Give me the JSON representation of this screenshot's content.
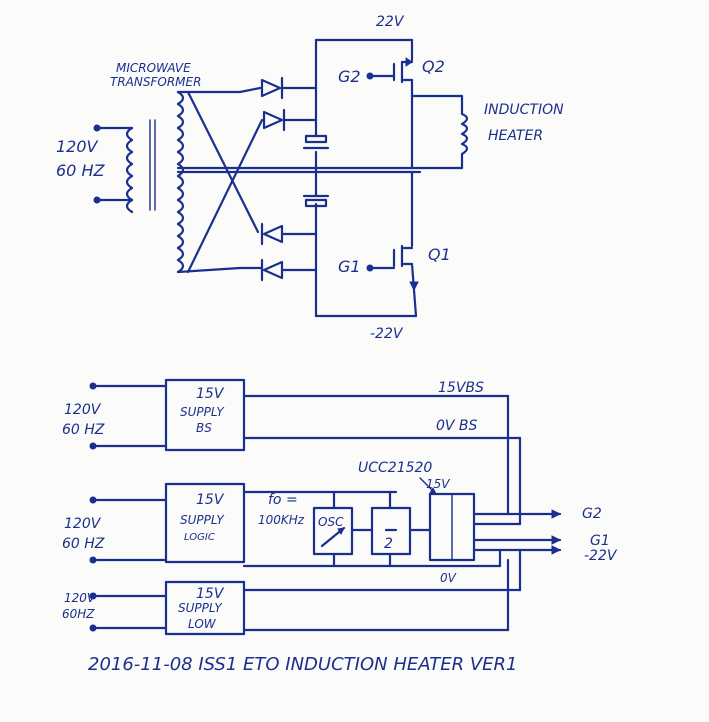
{
  "top": {
    "v_pos": "22V",
    "v_neg": "-22V",
    "transformer_label_line1": "MICROWAVE",
    "transformer_label_line2": "TRANSFORMER",
    "ac_voltage": "120V",
    "ac_freq": "60 HZ",
    "q2_gate": "G2",
    "q2_name": "Q2",
    "q1_gate": "G1",
    "q1_name": "Q1",
    "load_line1": "INDUCTION",
    "load_line2": "HEATER"
  },
  "bottom": {
    "supply_bs_line1": "15V",
    "supply_bs_line2": "SUPPLY",
    "supply_bs_line3": "BS",
    "supply_logic_line1": "15V",
    "supply_logic_line2": "SUPPLY",
    "supply_logic_line3": "LOGIC",
    "supply_low_line1": "15V",
    "supply_low_line2": "SUPPLY",
    "supply_low_line3": "LOW",
    "in1_voltage": "120V",
    "in1_freq": "60 HZ",
    "in2_voltage": "120V",
    "in2_freq": "60 HZ",
    "in3_voltage": "120V",
    "in3_freq": "60HZ",
    "rail_15vbs": "15VBS",
    "rail_0vbs": "0V BS",
    "driver_ic": "UCC21520",
    "driver_supply": "15V",
    "driver_ground": "0V",
    "freq_label": "fo =",
    "freq_value": "100KHz",
    "osc_label": "OSC",
    "div_label": "2",
    "out_g2": "G2",
    "out_g1": "G1",
    "out_neg": "-22V"
  },
  "footer": {
    "caption": "2016-11-08 ISS1 ETO INDUCTION HEATER VER1"
  }
}
